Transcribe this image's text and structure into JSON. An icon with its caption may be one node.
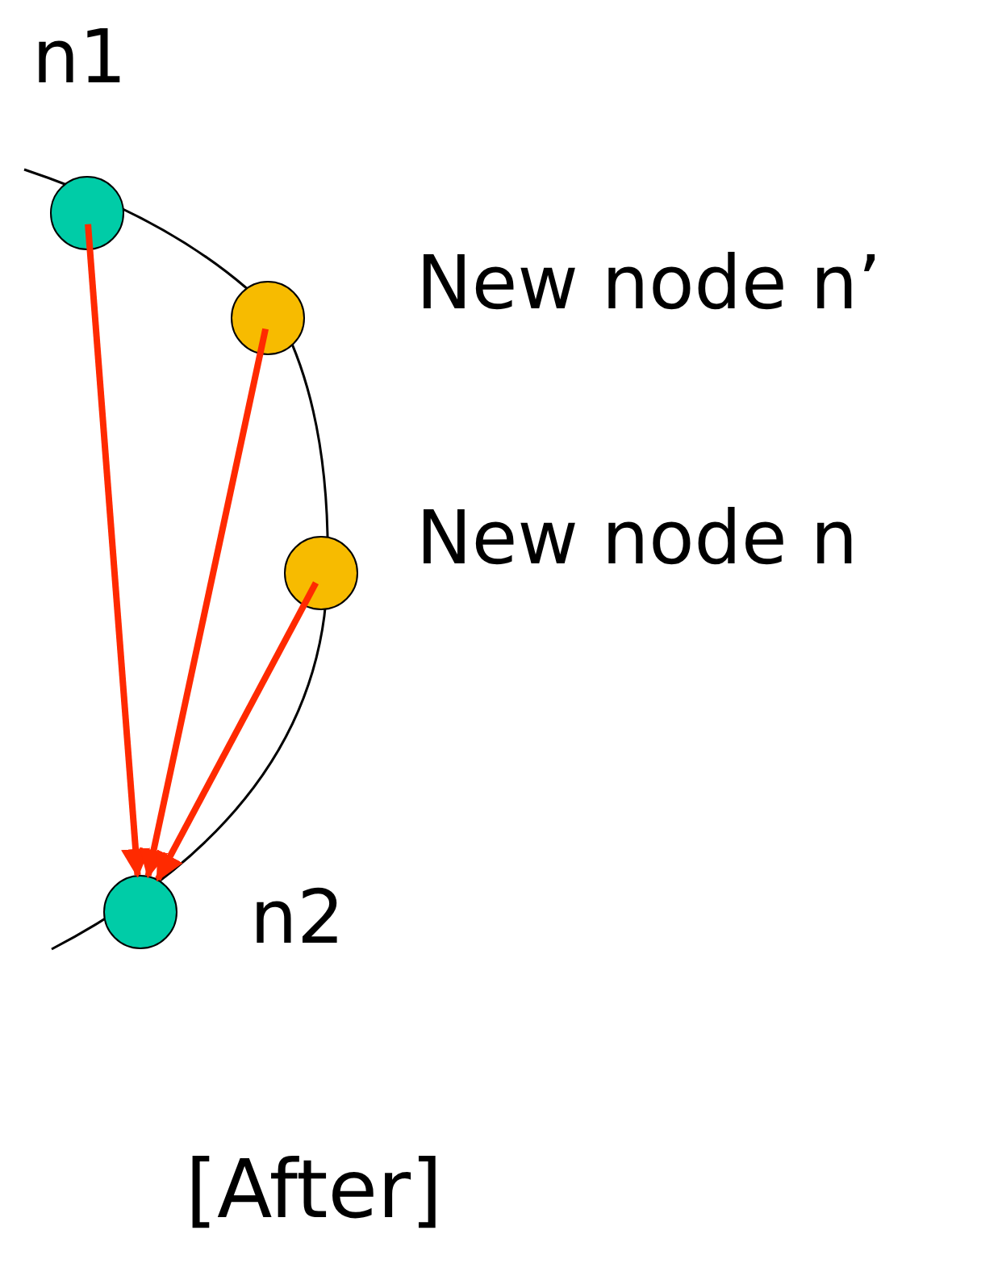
{
  "diagram": {
    "nodes": [
      {
        "text": [],
        "shape": "circle",
        "beside": [
          "n1"
        ]
      },
      {
        "text": [],
        "shape": "circle",
        "beside": [
          "New node n’"
        ]
      },
      {
        "text": [],
        "shape": "circle",
        "beside": [
          "New node n"
        ]
      },
      {
        "text": [],
        "shape": "circle",
        "beside": [
          "n2"
        ]
      }
    ],
    "edges": [
      {
        "from": 0,
        "to": 3,
        "arrow": "to"
      },
      {
        "from": 1,
        "to": 3,
        "arrow": "to"
      },
      {
        "from": 2,
        "to": 3,
        "arrow": "to"
      }
    ],
    "labels": [
      "[After]"
    ]
  }
}
